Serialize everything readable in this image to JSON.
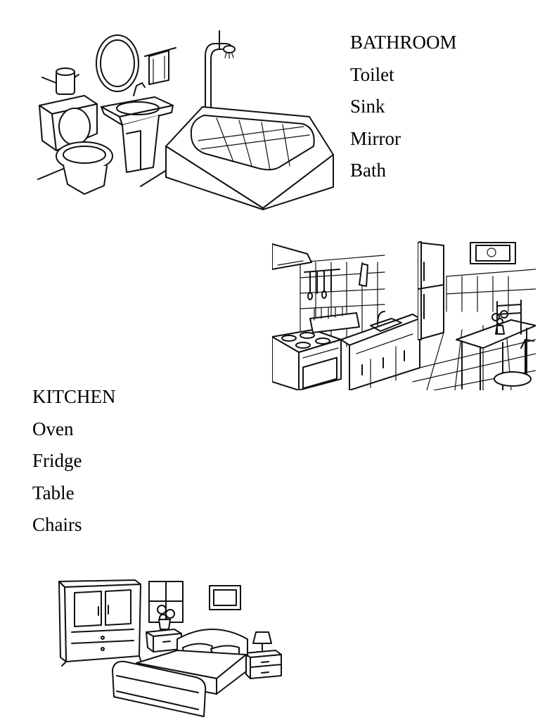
{
  "bathroom": {
    "heading": "BATHROOM",
    "items": [
      "Toilet",
      "Sink",
      "Mirror",
      "Bath"
    ]
  },
  "kitchen": {
    "heading": "KITCHEN",
    "items": [
      "Oven",
      "Fridge",
      "Table",
      "Chairs"
    ]
  }
}
